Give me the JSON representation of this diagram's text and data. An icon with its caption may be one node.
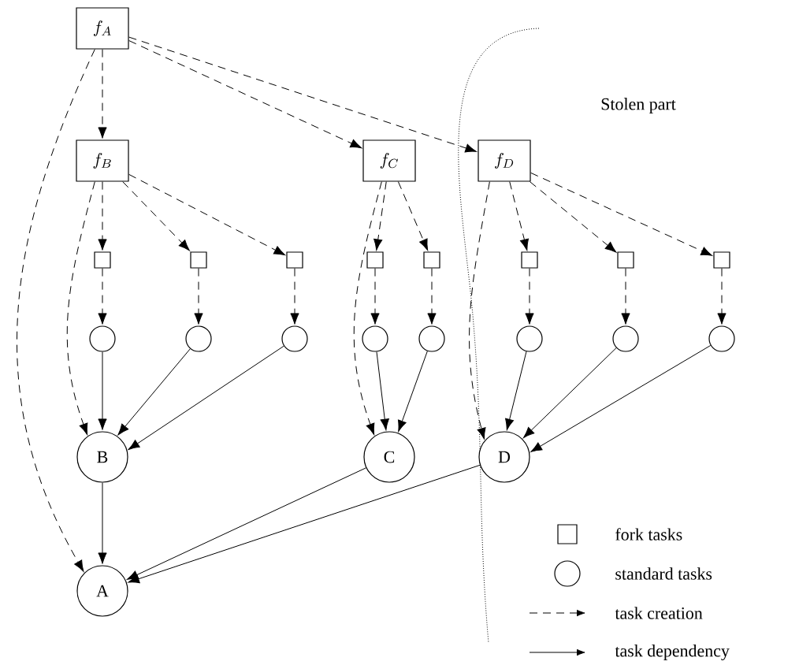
{
  "diagram": {
    "nodes": [
      {
        "text": [
          "f_A"
        ]
      },
      {
        "text": [
          "f_B"
        ]
      },
      {
        "text": [
          "f_C"
        ]
      },
      {
        "text": [
          "f_D"
        ]
      },
      {
        "text": [],
        "shape": "box"
      },
      {
        "text": [],
        "shape": "box"
      },
      {
        "text": [],
        "shape": "box"
      },
      {
        "text": [],
        "shape": "box"
      },
      {
        "text": [],
        "shape": "box"
      },
      {
        "text": [],
        "shape": "box"
      },
      {
        "text": [],
        "shape": "box"
      },
      {
        "text": [],
        "shape": "box"
      },
      {
        "text": [],
        "shape": "circle"
      },
      {
        "text": [],
        "shape": "circle"
      },
      {
        "text": [],
        "shape": "circle"
      },
      {
        "text": [],
        "shape": "circle"
      },
      {
        "text": [],
        "shape": "circle"
      },
      {
        "text": [],
        "shape": "circle"
      },
      {
        "text": [],
        "shape": "circle"
      },
      {
        "text": [],
        "shape": "circle"
      },
      {
        "text": [
          "B"
        ]
      },
      {
        "text": [
          "C"
        ]
      },
      {
        "text": [
          "D"
        ]
      },
      {
        "text": [
          "A"
        ]
      }
    ],
    "edges": [
      {
        "from": 0,
        "to": 1,
        "arrow": "to",
        "style": "dashed"
      },
      {
        "from": 0,
        "to": 2,
        "arrow": "to",
        "style": "dashed"
      },
      {
        "from": 0,
        "to": 3,
        "arrow": "to",
        "style": "dashed"
      },
      {
        "from": 0,
        "to": 23,
        "arrow": "to",
        "style": "dashed"
      },
      {
        "from": 1,
        "to": 4,
        "arrow": "to",
        "style": "dashed"
      },
      {
        "from": 1,
        "to": 5,
        "arrow": "to",
        "style": "dashed"
      },
      {
        "from": 1,
        "to": 6,
        "arrow": "to",
        "style": "dashed"
      },
      {
        "from": 1,
        "to": 20,
        "arrow": "to",
        "style": "dashed"
      },
      {
        "from": 2,
        "to": 7,
        "arrow": "to",
        "style": "dashed"
      },
      {
        "from": 2,
        "to": 8,
        "arrow": "to",
        "style": "dashed"
      },
      {
        "from": 2,
        "to": 21,
        "arrow": "to",
        "style": "dashed"
      },
      {
        "from": 3,
        "to": 9,
        "arrow": "to",
        "style": "dashed"
      },
      {
        "from": 3,
        "to": 10,
        "arrow": "to",
        "style": "dashed"
      },
      {
        "from": 3,
        "to": 11,
        "arrow": "to",
        "style": "dashed"
      },
      {
        "from": 3,
        "to": 22,
        "arrow": "to",
        "style": "dashed"
      },
      {
        "from": 4,
        "to": 12,
        "arrow": "to",
        "style": "dashed"
      },
      {
        "from": 5,
        "to": 13,
        "arrow": "to",
        "style": "dashed"
      },
      {
        "from": 6,
        "to": 14,
        "arrow": "to",
        "style": "dashed"
      },
      {
        "from": 7,
        "to": 15,
        "arrow": "to",
        "style": "dashed"
      },
      {
        "from": 8,
        "to": 16,
        "arrow": "to",
        "style": "dashed"
      },
      {
        "from": 9,
        "to": 17,
        "arrow": "to",
        "style": "dashed"
      },
      {
        "from": 10,
        "to": 18,
        "arrow": "to",
        "style": "dashed"
      },
      {
        "from": 11,
        "to": 19,
        "arrow": "to",
        "style": "dashed"
      },
      {
        "from": 12,
        "to": 20,
        "arrow": "to"
      },
      {
        "from": 13,
        "to": 20,
        "arrow": "to"
      },
      {
        "from": 14,
        "to": 20,
        "arrow": "to"
      },
      {
        "from": 15,
        "to": 21,
        "arrow": "to"
      },
      {
        "from": 16,
        "to": 21,
        "arrow": "to"
      },
      {
        "from": 17,
        "to": 22,
        "arrow": "to"
      },
      {
        "from": 18,
        "to": 22,
        "arrow": "to"
      },
      {
        "from": 19,
        "to": 22,
        "arrow": "to"
      },
      {
        "from": 20,
        "to": 23,
        "arrow": "to"
      },
      {
        "from": 21,
        "to": 23,
        "arrow": "to"
      },
      {
        "from": 22,
        "to": 23,
        "arrow": "to"
      }
    ],
    "labels": [
      "Stolen part"
    ],
    "legend": [
      {
        "text": "fork tasks"
      },
      {
        "text": "standard tasks"
      },
      {
        "text": "task creation"
      },
      {
        "text": "task dependency"
      }
    ]
  }
}
